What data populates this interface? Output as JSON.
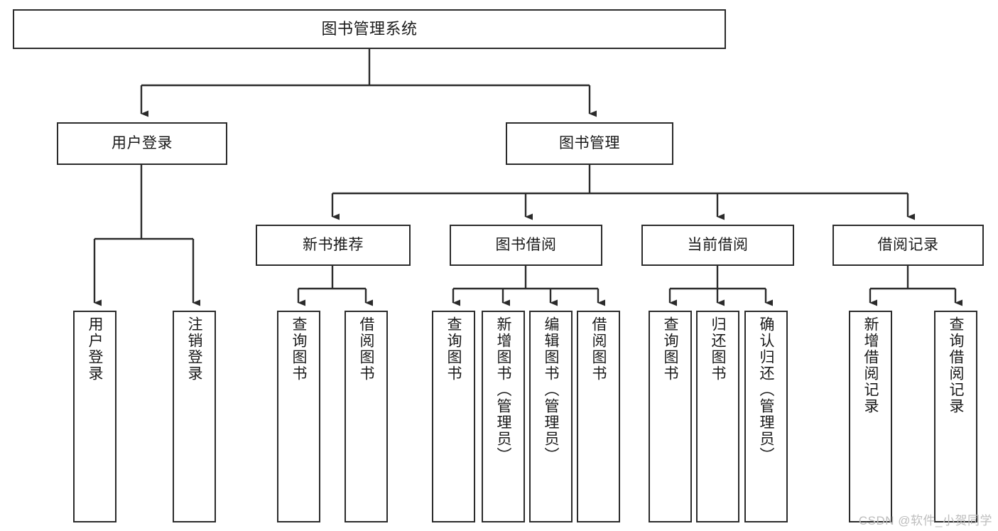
{
  "diagram": {
    "type": "tree-hierarchy",
    "title": "图书管理系统",
    "watermark": "CSDN @软件_小贺同学",
    "colors": {
      "node_border": "#2b2b2b",
      "node_fill": "#ffffff",
      "edge": "#2b2b2b",
      "text": "#1a1a1a",
      "watermark": "#bdbdbd",
      "background": "#ffffff"
    },
    "levels": {
      "root": {
        "label": "图书管理系统"
      },
      "level1": [
        {
          "label": "用户登录"
        },
        {
          "label": "图书管理"
        }
      ],
      "level2": [
        {
          "label": "新书推荐"
        },
        {
          "label": "图书借阅"
        },
        {
          "label": "当前借阅"
        },
        {
          "label": "借阅记录"
        }
      ],
      "leaves_user_login": [
        {
          "label": "用户登录"
        },
        {
          "label": "注销登录"
        }
      ],
      "leaves_new_book": [
        {
          "label": "查询图书"
        },
        {
          "label": "借阅图书"
        }
      ],
      "leaves_borrow": [
        {
          "label": "查询图书"
        },
        {
          "label": "新增图书（管理员）"
        },
        {
          "label": "编辑图书（管理员）"
        },
        {
          "label": "借阅图书"
        }
      ],
      "leaves_current": [
        {
          "label": "查询图书"
        },
        {
          "label": "归还图书"
        },
        {
          "label": "确认归还（管理员）"
        }
      ],
      "leaves_record": [
        {
          "label": "新增借阅记录"
        },
        {
          "label": "查询借阅记录"
        }
      ]
    }
  }
}
